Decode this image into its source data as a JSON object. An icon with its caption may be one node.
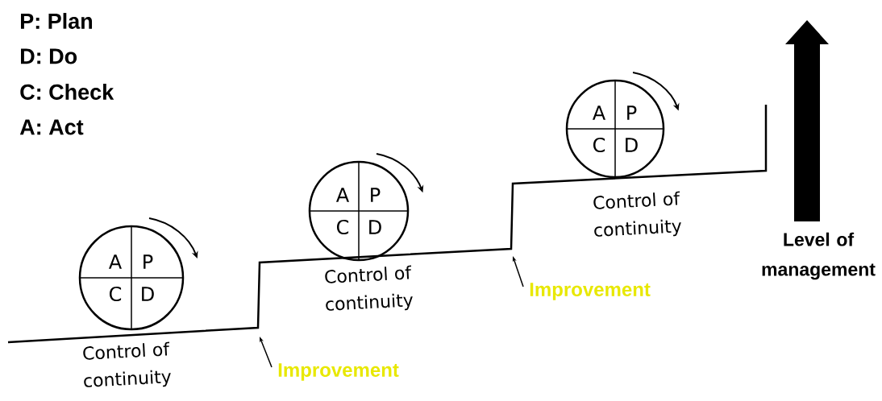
{
  "diagram": {
    "nodes": [
      {
        "text": [
          "A",
          "P",
          "C",
          "D"
        ],
        "beside": [
          "Control of continuity"
        ]
      },
      {
        "text": [
          "A",
          "P",
          "C",
          "D"
        ],
        "beside": [
          "Control of continuity"
        ]
      },
      {
        "text": [
          "A",
          "P",
          "C",
          "D"
        ],
        "beside": [
          "Control of continuity"
        ]
      },
      {
        "text": [
          "Improvement"
        ]
      },
      {
        "text": [
          "Improvement"
        ]
      }
    ],
    "edges": [
      {
        "from": 3,
        "to": null,
        "arrow": "to"
      },
      {
        "from": 4,
        "to": null,
        "arrow": "to"
      }
    ],
    "labels": [
      "P: Plan",
      "D: Do",
      "C: Check",
      "A: Act",
      "Level of management"
    ]
  }
}
